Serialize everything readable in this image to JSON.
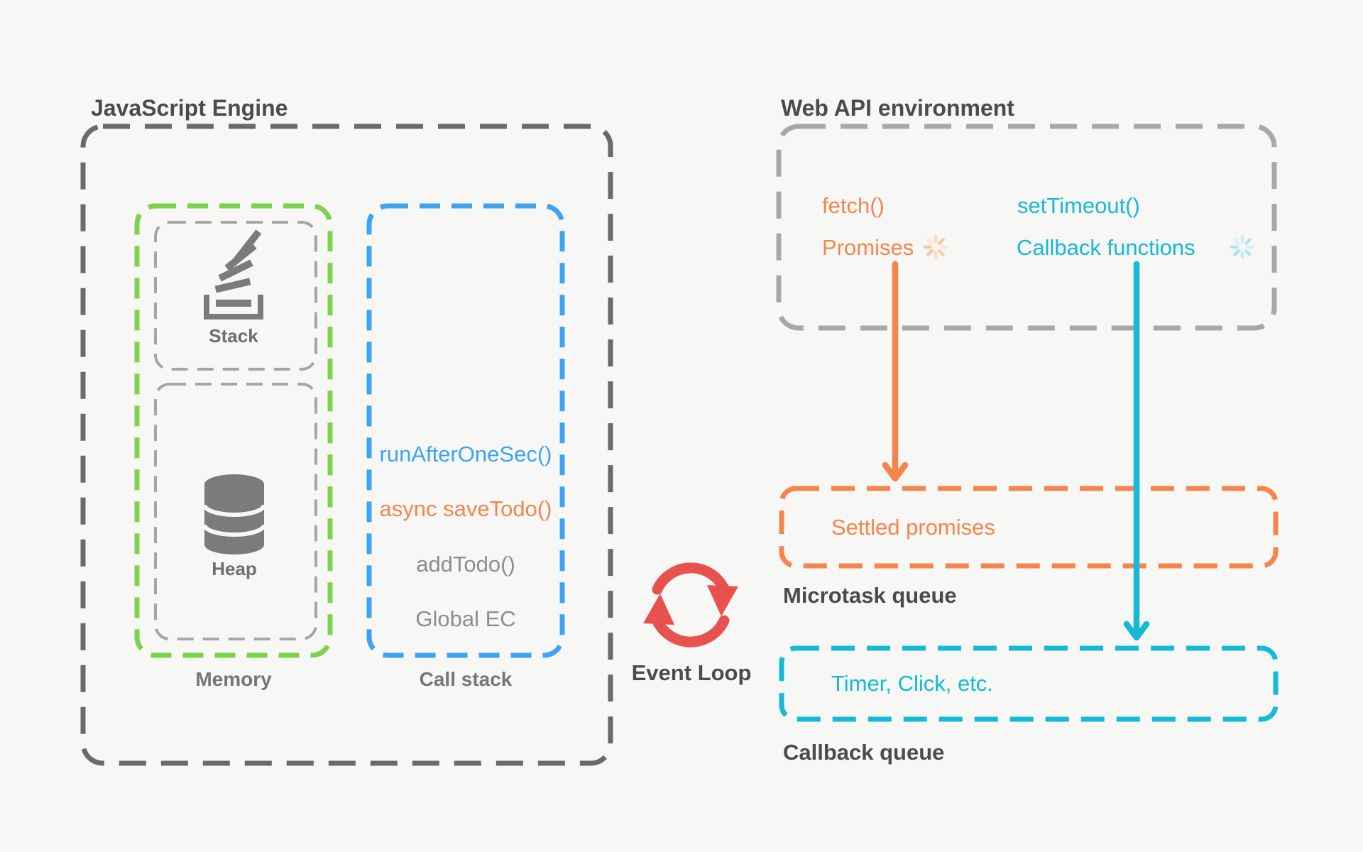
{
  "palette": {
    "bg": "#f7f7f5",
    "ink": "#4b4b4b",
    "grayDark": "#6a6a6a",
    "grayLight": "#a8a8a8",
    "grayMid": "#a6a6a6",
    "textGray": "#767676",
    "textGray2": "#6e6e6e",
    "grayCode": "#8e8e8e",
    "iconGray": "#7b7b7b",
    "green": "#7cd24f",
    "blue": "#3fa3f1",
    "cyan": "#14bad6",
    "orange": "#f5854c",
    "orangeSoft": "#f8c49e",
    "cyanSoft": "#a7e2f2",
    "red": "#e8524e"
  },
  "engine": {
    "title": "JavaScript Engine",
    "memory": {
      "label": "Memory",
      "stack_label": "Stack",
      "heap_label": "Heap"
    },
    "call_stack": {
      "label": "Call stack",
      "frames": [
        {
          "text": "runAfterOneSec()"
        },
        {
          "text": "async saveTodo()"
        },
        {
          "text": "addTodo()"
        },
        {
          "text": "Global EC"
        }
      ]
    }
  },
  "event_loop": {
    "label": "Event Loop"
  },
  "web_api": {
    "title": "Web API environment",
    "fetch": "fetch()",
    "set_timeout": "setTimeout()",
    "promises": "Promises",
    "callback_functions": "Callback functions"
  },
  "microtask_queue": {
    "box_text": "Settled promises",
    "label": "Microtask queue"
  },
  "callback_queue": {
    "box_text": "Timer, Click, etc.",
    "label": "Callback queue"
  },
  "icons": {
    "stack": "stack-of-bars-in-tray",
    "heap": "database-cylinder",
    "event_loop": "circular-refresh-arrows",
    "promises_spinner": "loading-spinner",
    "callback_spinner": "loading-spinner"
  }
}
